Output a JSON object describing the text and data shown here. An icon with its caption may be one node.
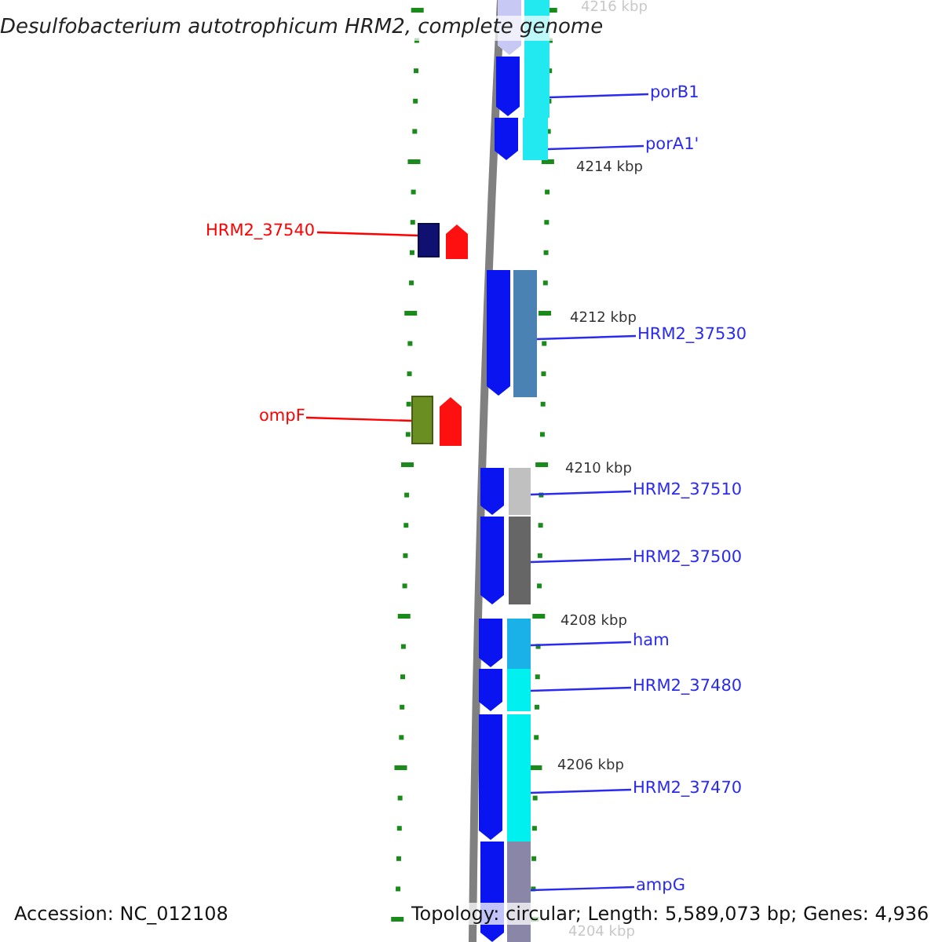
{
  "diagram": {
    "title": "Desulfobacterium autotrophicum HRM2, complete genome",
    "nodes": [
      {
        "text": [
          "porB1"
        ]
      },
      {
        "text": [
          "porA1'"
        ]
      },
      {
        "text": [
          "HRM2_37540"
        ]
      },
      {
        "text": [
          "ompF"
        ]
      },
      {
        "text": [
          "HRM2_37530"
        ]
      },
      {
        "text": [
          "HRM2_37510"
        ]
      },
      {
        "text": [
          "HRM2_37500"
        ]
      },
      {
        "text": [
          "ham"
        ]
      },
      {
        "text": [
          "HRM2_37480"
        ]
      },
      {
        "text": [
          "HRM2_37470"
        ]
      },
      {
        "text": [
          "ampG"
        ]
      },
      {
        "text": [],
        "shape": "bar"
      },
      {
        "text": [],
        "shape": "bar"
      },
      {
        "text": [],
        "shape": "box"
      },
      {
        "text": [],
        "shape": "box"
      },
      {
        "text": [],
        "shape": "bar"
      },
      {
        "text": [],
        "shape": "bar"
      },
      {
        "text": [],
        "shape": "bar"
      },
      {
        "text": [],
        "shape": "bar"
      },
      {
        "text": [],
        "shape": "bar"
      },
      {
        "text": [],
        "shape": "bar"
      },
      {
        "text": [],
        "shape": "bar"
      },
      {
        "text": [],
        "shape": "pentagon"
      },
      {
        "text": [],
        "shape": "pentagon"
      },
      {
        "text": [],
        "shape": "pentagon"
      },
      {
        "text": [],
        "shape": "pentagon"
      },
      {
        "text": [],
        "shape": "pentagon"
      },
      {
        "text": [],
        "shape": "pentagon"
      },
      {
        "text": [],
        "shape": "pentagon"
      },
      {
        "text": [],
        "shape": "pentagon"
      },
      {
        "text": [],
        "shape": "pentagon"
      },
      {
        "text": [],
        "shape": "pentagon"
      },
      {
        "text": [],
        "shape": "pentagon"
      },
      {
        "text": [],
        "shape": "pentagon"
      }
    ],
    "edges": [
      {
        "from": 0,
        "to": 11,
        "arrow": "none"
      },
      {
        "from": 1,
        "to": 12,
        "arrow": "none"
      },
      {
        "from": 2,
        "to": 13,
        "arrow": "none",
        "color": "#ff0000"
      },
      {
        "from": 3,
        "to": 14,
        "arrow": "none",
        "color": "#ff0000"
      },
      {
        "from": 4,
        "to": 15,
        "arrow": "none"
      },
      {
        "from": 5,
        "to": 16,
        "arrow": "none"
      },
      {
        "from": 6,
        "to": 17,
        "arrow": "none"
      },
      {
        "from": 7,
        "to": 18,
        "arrow": "none"
      },
      {
        "from": 8,
        "to": 19,
        "arrow": "none"
      },
      {
        "from": 9,
        "to": 20,
        "arrow": "none"
      },
      {
        "from": 10,
        "to": 21,
        "arrow": "none"
      }
    ],
    "labels": [
      "4216 kbp",
      "4214 kbp",
      "4212 kbp",
      "4210 kbp",
      "4208 kbp",
      "4206 kbp",
      "Accession: NC_012108",
      "Topology: circular; Length: 5,589,073 bp; Genes: 4,936",
      "4204 kbp"
    ]
  }
}
